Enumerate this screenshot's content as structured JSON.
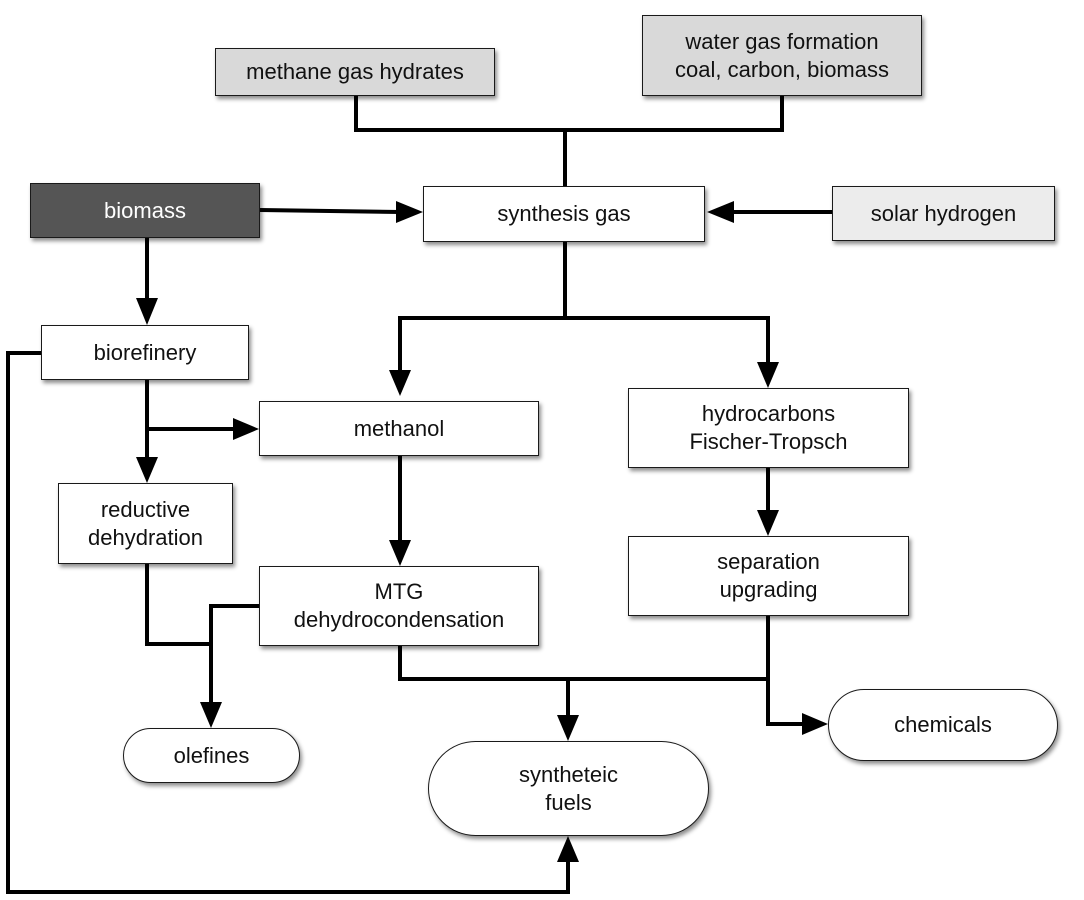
{
  "nodes": {
    "methane_gas_hydrates": "methane gas hydrates",
    "water_gas": {
      "line1": "water gas formation",
      "line2": "coal, carbon, biomass"
    },
    "biomass": "biomass",
    "synthesis_gas": "synthesis gas",
    "solar_hydrogen": "solar hydrogen",
    "biorefinery": "biorefinery",
    "methanol": "methanol",
    "hydrocarbons": {
      "line1": "hydrocarbons",
      "line2": "Fischer-Tropsch"
    },
    "reductive_dehydration": {
      "line1": "reductive",
      "line2": "dehydration"
    },
    "mtg": {
      "line1": "MTG",
      "line2": "dehydrocondensation"
    },
    "separation": {
      "line1": "separation",
      "line2": "upgrading"
    },
    "olefines": "olefines",
    "synthetic_fuels": {
      "line1": "syntheteic",
      "line2": "fuels"
    },
    "chemicals": "chemicals"
  }
}
